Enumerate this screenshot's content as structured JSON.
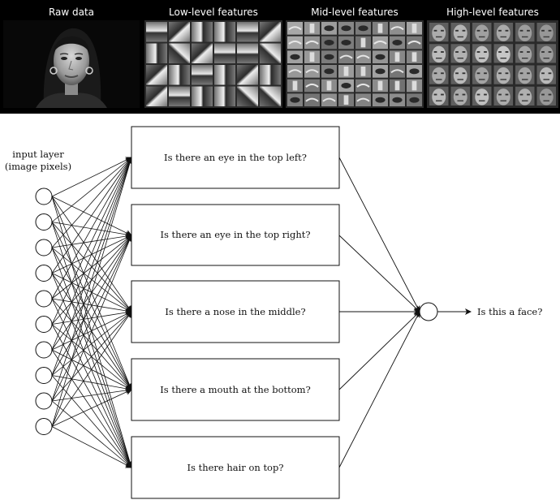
{
  "panels": [
    {
      "title": "Raw data"
    },
    {
      "title": "Low-level features"
    },
    {
      "title": "Mid-level features"
    },
    {
      "title": "High-level features"
    }
  ],
  "input_label": {
    "line1": "input layer",
    "line2": "(image pixels)"
  },
  "questions": [
    "Is there an eye in the top left?",
    "Is there an eye in the top right?",
    "Is there a nose in the middle?",
    "Is there a mouth at the bottom?",
    "Is there hair on top?"
  ],
  "output_label": "Is this a face?",
  "input_node_count": 10
}
